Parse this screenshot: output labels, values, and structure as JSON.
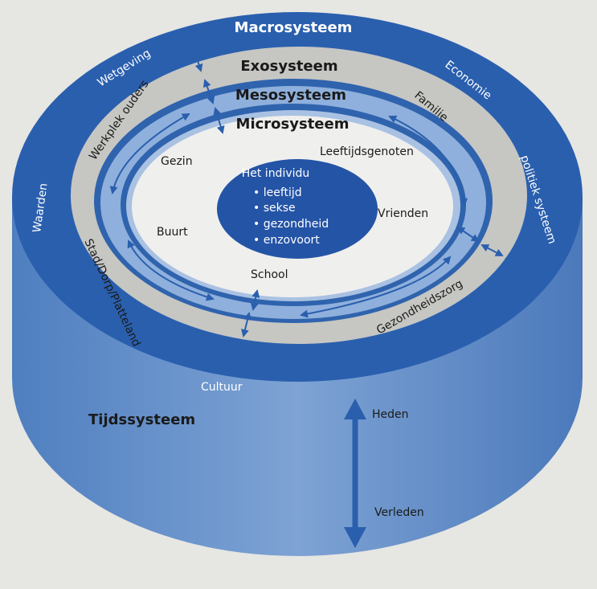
{
  "colors": {
    "dark_blue": "#2a5fae",
    "mid_blue": "#6e94c9",
    "light_blue": "#a9c1e2",
    "grey": "#c8c8c6",
    "inner": "#eeeeec"
  },
  "systems": {
    "macro": "Macrosysteem",
    "exo": "Exosysteem",
    "meso": "Mesosysteem",
    "micro": "Microsysteem",
    "time": "Tijdssysteem"
  },
  "macro_items": {
    "wetgeving": "Wetgeving",
    "economie": "Economie",
    "waarden": "Waarden",
    "politiek": "politiek systeem",
    "cultuur": "Cultuur"
  },
  "exo_items": {
    "werkplek": "Werkplek ouders",
    "familie": "Familie",
    "stad": "Stad/Dorp/Platteland",
    "zorg": "Gezondheidszorg"
  },
  "micro_items": {
    "gezin": "Gezin",
    "leeftijdsgenoten": "Leeftijdsgenoten",
    "buurt": "Buurt",
    "vrienden": "Vrienden",
    "school": "School"
  },
  "individual": {
    "title": "Het individu",
    "items": [
      "• leeftijd",
      "• sekse",
      "• gezondheid",
      "• enzovoort"
    ]
  },
  "time_items": {
    "heden": "Heden",
    "verleden": "Verleden"
  }
}
